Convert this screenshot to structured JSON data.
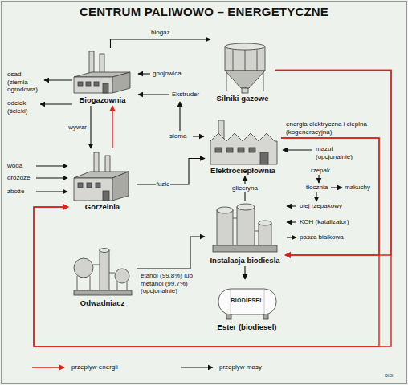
{
  "diagram": {
    "title": "CENTRUM PALIWOWO – ENERGETYCZNE",
    "nodes": [
      {
        "text": [
          "Biogazownia"
        ]
      },
      {
        "text": [
          "Silniki gazowe"
        ]
      },
      {
        "text": [
          "Elektrociepłownia"
        ]
      },
      {
        "text": [
          "Gorzelnia"
        ]
      },
      {
        "text": [
          "Instalacja biodiesla"
        ]
      },
      {
        "text": [
          "Odwadniacz"
        ]
      },
      {
        "text": [
          "BIODIESEL",
          "Ester (biodiesel)"
        ]
      }
    ],
    "edges": [
      {
        "from": 0,
        "to": 1,
        "label": "biogaz",
        "arrow": "to"
      },
      {
        "from": 0,
        "to": 3,
        "label": "wywar",
        "arrow": "to"
      },
      {
        "from": 3,
        "to": 0,
        "arrow": "to"
      },
      {
        "from": 3,
        "to": 2,
        "label": "fuzle",
        "arrow": "to"
      },
      {
        "from": 4,
        "to": 2,
        "label": "gliceryna",
        "arrow": "to"
      },
      {
        "from": 5,
        "to": 4,
        "label": "etanol (99,8%) lub metanol (99,7%) (opcjonalnie)",
        "arrow": "to"
      },
      {
        "from": 4,
        "to": 6,
        "arrow": "to"
      },
      {
        "from": 1,
        "to": 4,
        "arrow": "to"
      },
      {
        "from": 1,
        "to": 3,
        "arrow": "to"
      },
      {
        "from": 2,
        "to": 4,
        "label": "energia elektryczna i cieplna (kogeneracyjna)",
        "arrow": "to"
      },
      {
        "from": 2,
        "to": 3,
        "arrow": "to"
      }
    ],
    "labels": [
      "gnojowica",
      "osad (ziemia ogrodowa)",
      "odciek (ścieki)",
      "Ekstruder",
      "słoma",
      "woda",
      "drożdże",
      "zboże",
      "mazut (opcjonalnie)",
      "rzepak",
      "tłocznia",
      "makuchy",
      "olej rzepakowy",
      "KOH (katalizator)",
      "pasza białkowa",
      "BIG"
    ],
    "legend": [
      {
        "text": "przepływ energii"
      },
      {
        "text": "przepływ masy"
      }
    ]
  }
}
